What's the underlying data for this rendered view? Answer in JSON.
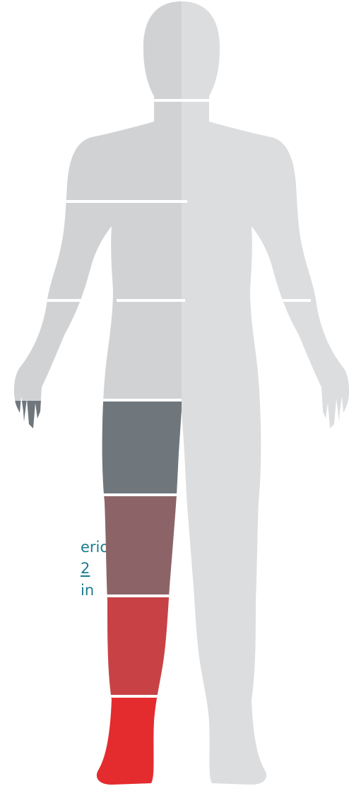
{
  "colors": {
    "background": "#ffffff",
    "body_left": "#d1d2d4",
    "body_right": "#dcdddf",
    "separator": "#ffffff",
    "text": "#1c7c8c"
  },
  "text_fragments": [
    "erious.",
    "2",
    "in"
  ],
  "highlighted_segments": [
    {
      "name": "thigh",
      "color": "#6f777d"
    },
    {
      "name": "knee",
      "color": "#8c6467"
    },
    {
      "name": "lower-leg",
      "color": "#c84245"
    },
    {
      "name": "foot",
      "color": "#e42c2f"
    }
  ]
}
